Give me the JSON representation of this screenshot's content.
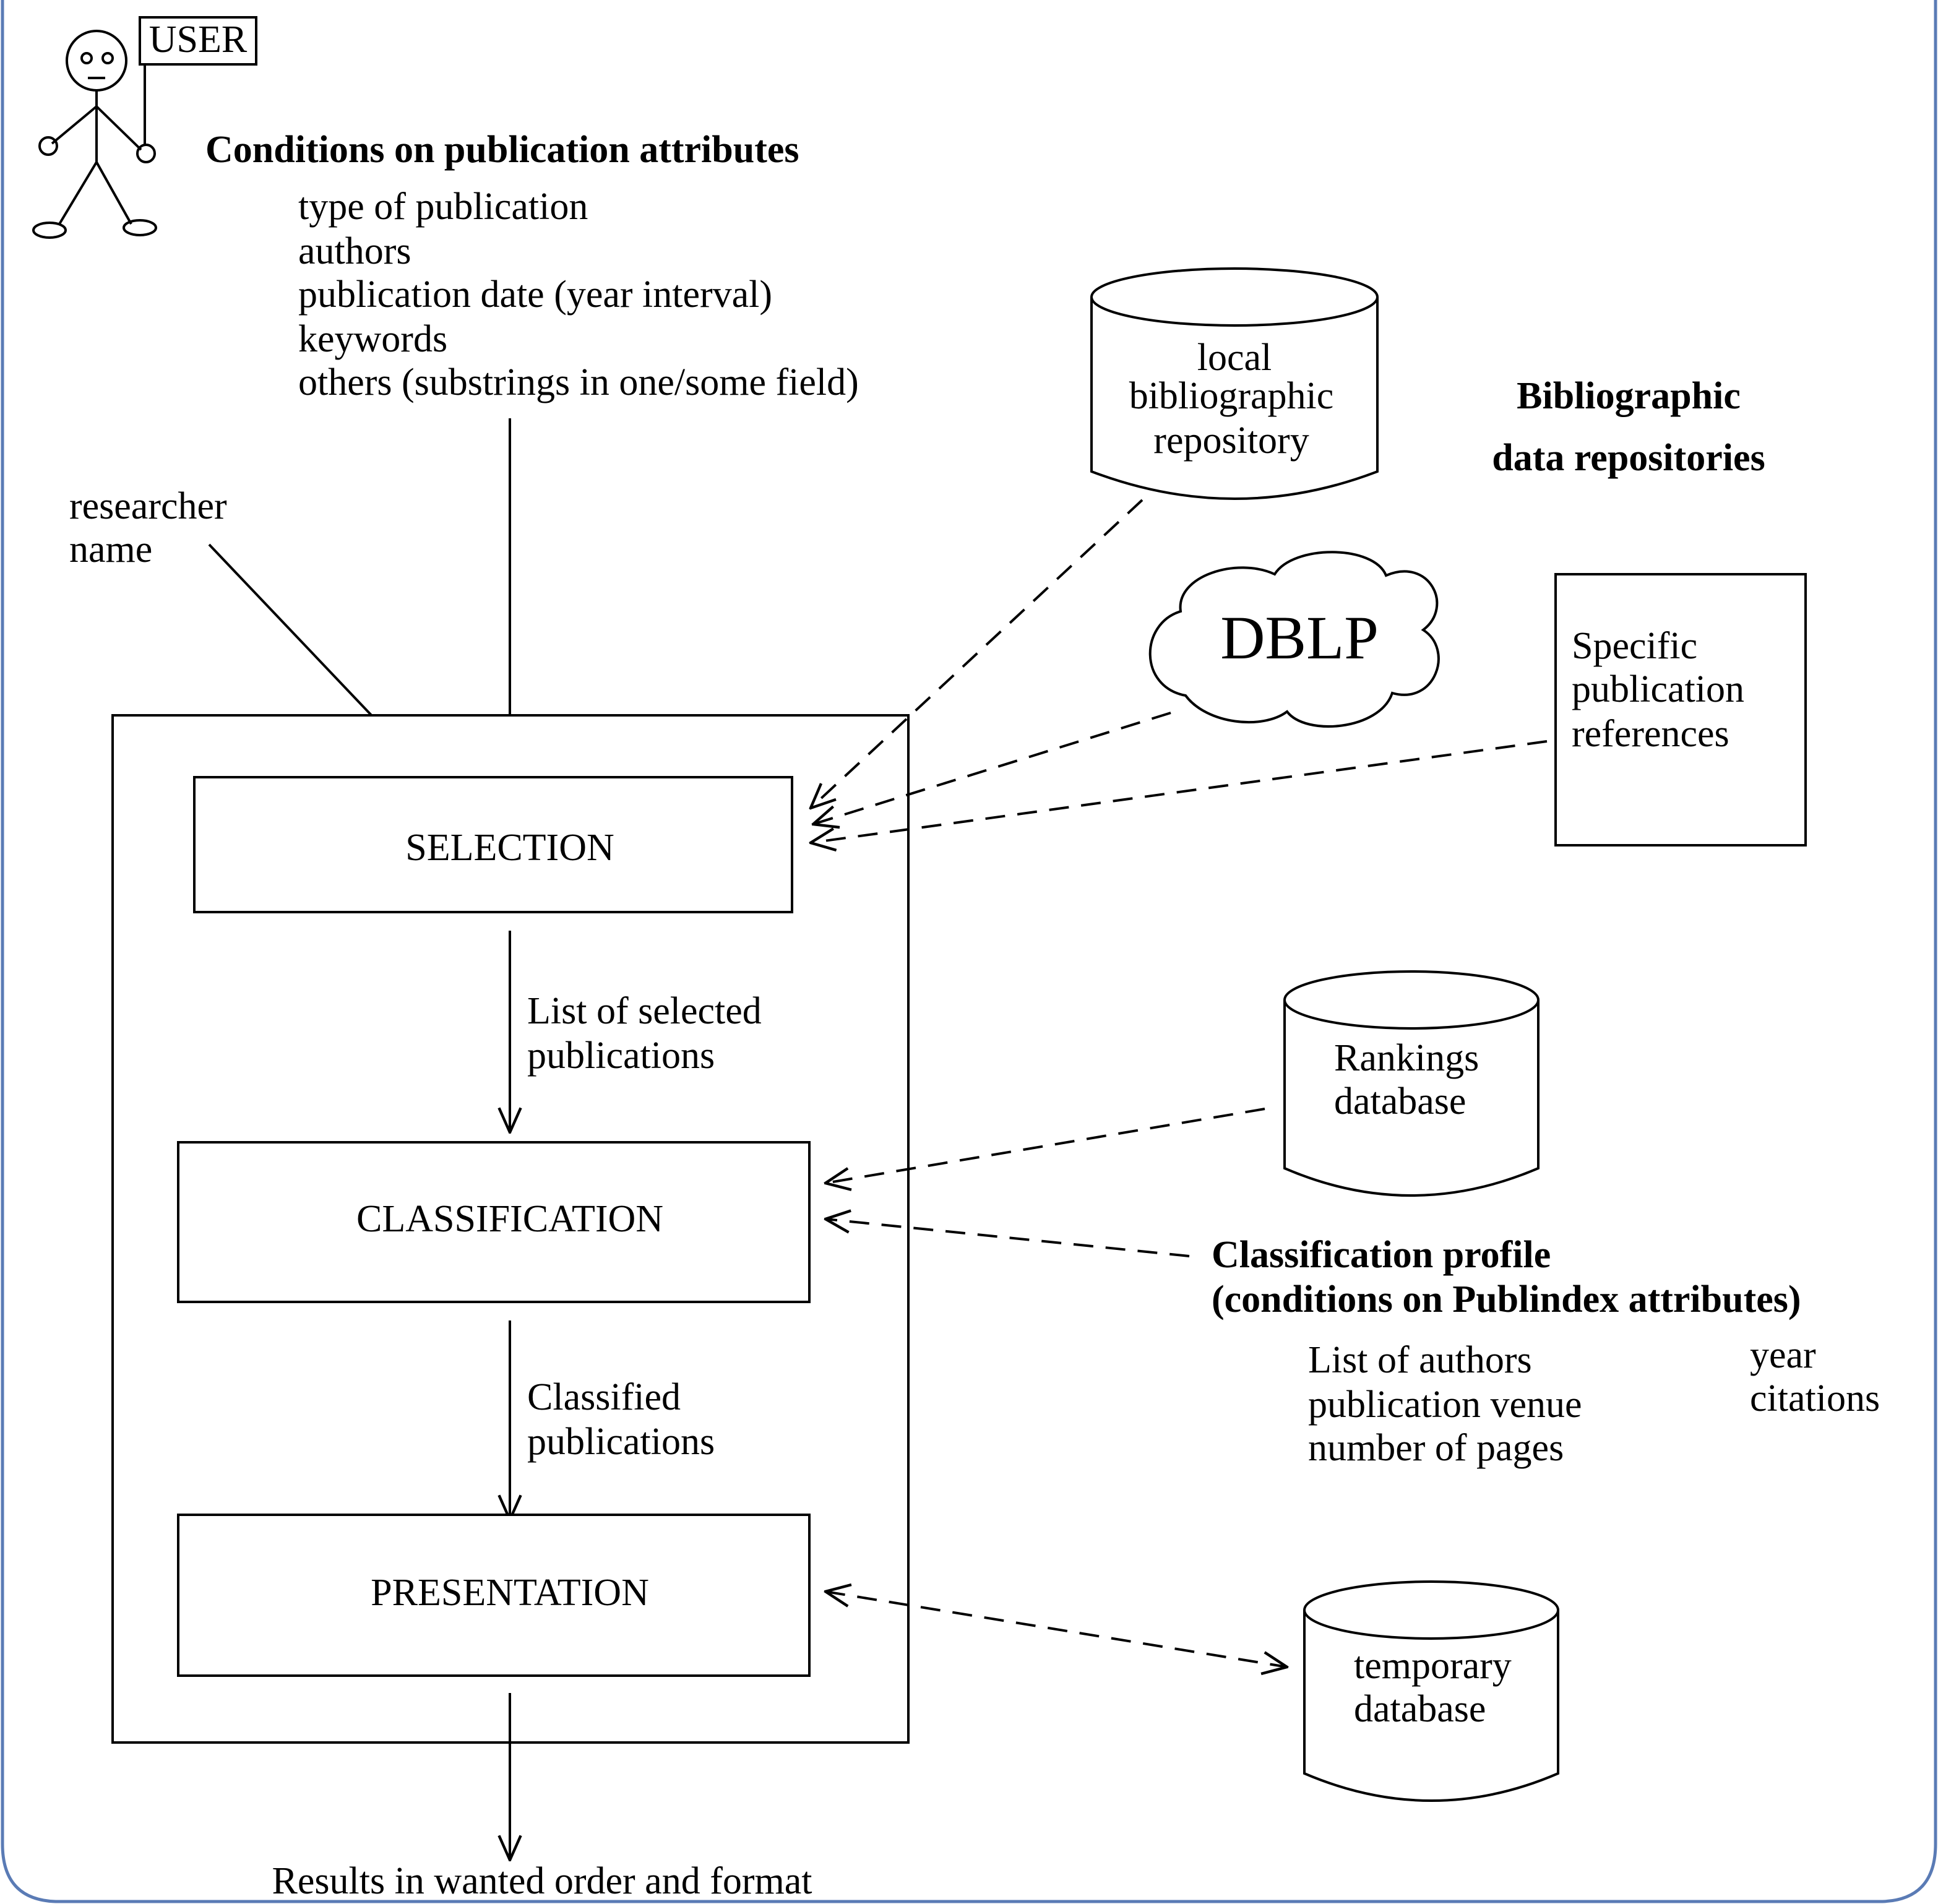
{
  "colors": {
    "frame_border": "#5a7bb5",
    "ink": "#000000",
    "background": "#ffffff"
  },
  "user": {
    "icon": "stick-figure-icon",
    "sign": "USER"
  },
  "conditions": {
    "heading": "Conditions on publication attributes",
    "items": [
      "type of publication",
      "authors",
      "publication date (year interval)",
      "keywords",
      "others (substrings in one/some field)"
    ]
  },
  "researcher": {
    "line1": "researcher",
    "line2": "name"
  },
  "process": {
    "selection": "SELECTION",
    "classification": "CLASSIFICATION",
    "presentation": "PRESENTATION"
  },
  "flow_labels": {
    "selected_1": "List of selected",
    "selected_2": "publications",
    "classified_1": "Classified",
    "classified_2": "publications",
    "results": "Results in wanted order and format"
  },
  "repositories": {
    "heading_1": "Bibliographic",
    "heading_2": "data repositories",
    "local": [
      "local",
      "bibliographic",
      "repository"
    ],
    "dblp": "DBLP",
    "specific": [
      "Specific",
      "publication",
      "references"
    ]
  },
  "rankings": [
    "Rankings",
    "database"
  ],
  "classification_profile": {
    "heading_1": "Classification profile",
    "heading_2": "(conditions on Publindex attributes)",
    "left_items": [
      "List of authors",
      "publication venue",
      "number of pages"
    ],
    "right_items": [
      "year",
      "citations"
    ]
  },
  "temporary": [
    "temporary",
    "database"
  ]
}
